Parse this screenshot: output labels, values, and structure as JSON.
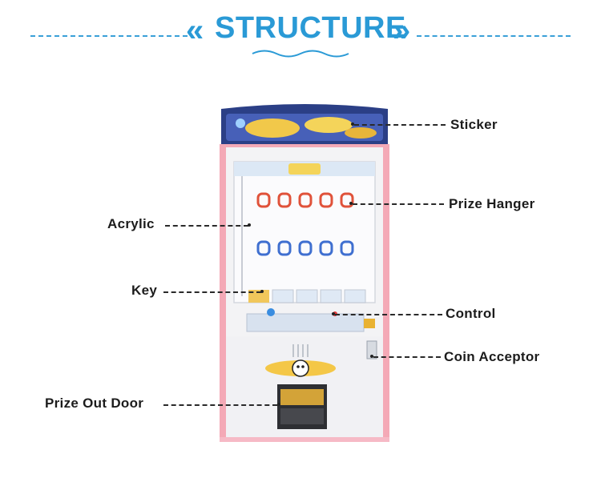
{
  "header": {
    "title": "STRUCTURE",
    "accent_color": "#2a9ad6"
  },
  "labels": {
    "sticker": "Sticker",
    "prize_hanger": "Prize Hanger",
    "acrylic": "Acrylic",
    "key": "Key",
    "control": "Control",
    "coin_acceptor": "Coin Acceptor",
    "prize_out_door": "Prize Out Door"
  },
  "colors": {
    "cabinet_pink": "#f4a9b6",
    "cabinet_white": "#f3f3f5",
    "sticker_blue": "#2b3f86",
    "hook_red": "#e0523a",
    "hook_blue": "#3f6fd0"
  }
}
